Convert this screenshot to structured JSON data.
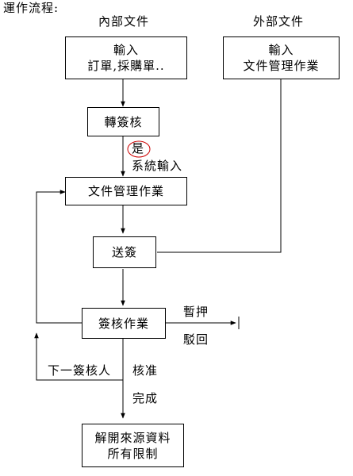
{
  "heading": "運作流程:",
  "columns": {
    "internal": "內部文件",
    "external": "外部文件"
  },
  "boxes": {
    "input_internal": {
      "line1": "輸入",
      "line2": "訂單,採購單.."
    },
    "input_external": {
      "line1": "輸入",
      "line2": "文件管理作業"
    },
    "transfer_review": "轉簽核",
    "doc_management": "文件管理作業",
    "send_review": "送簽",
    "review_task": "簽核作業",
    "release_source": {
      "line1": "解開來源資料",
      "line2": "所有限制"
    }
  },
  "labels": {
    "yes": "是",
    "system_input": "系統輸入",
    "hold": "暫押",
    "reject": "駁回",
    "next_reviewer": "下一簽核人",
    "approve": "核准",
    "complete": "完成"
  },
  "colors": {
    "line": "#000000",
    "highlight_circle": "#cc0000"
  }
}
